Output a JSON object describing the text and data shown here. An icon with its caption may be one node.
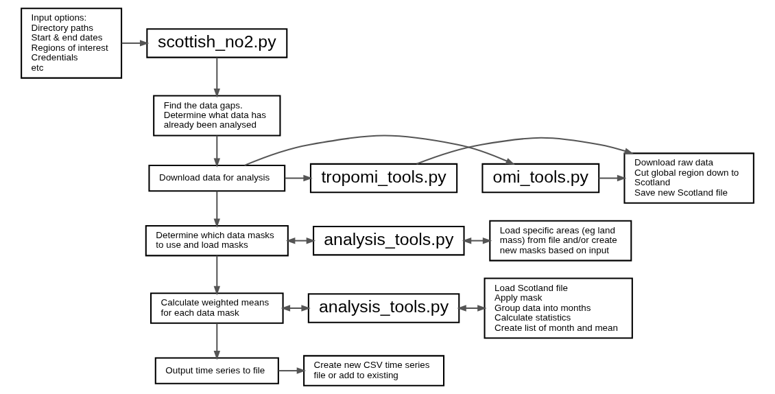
{
  "diagram": {
    "nodes": [
      {
        "text": [
          "Input options:",
          "Directory paths",
          "Start & end dates",
          "Regions of interest",
          "Credentials",
          "etc"
        ]
      },
      {
        "text": [
          "scottish_no2.py"
        ]
      },
      {
        "text": [
          "Find the data gaps.",
          "Determine what data has already been analysed"
        ]
      },
      {
        "text": [
          "Download data for analysis"
        ]
      },
      {
        "text": [
          "omi_tools.py"
        ]
      },
      {
        "text": [
          "tropomi_tools.py"
        ]
      },
      {
        "text": [
          "Download raw data",
          "Cut global region down to Scotland",
          "Save new Scotland file"
        ]
      },
      {
        "text": [
          "Determine which data masks to use and load masks"
        ]
      },
      {
        "text": [
          "analysis_tools.py"
        ]
      },
      {
        "text": [
          "Load specific areas (eg land mass) from file and/or create new masks based on input"
        ]
      },
      {
        "text": [
          "Calculate weighted means for each data mask"
        ]
      },
      {
        "text": [
          "analysis_tools.py"
        ]
      },
      {
        "text": [
          "Load Scotland file",
          "Apply mask",
          "Group data into months",
          "Calculate statistics",
          "Create list of month and mean"
        ]
      },
      {
        "text": [
          "Output time series to file"
        ]
      },
      {
        "text": [
          "Create new CSV time series file or add to existing"
        ]
      }
    ],
    "edges": [
      {
        "from": 0,
        "to": 1,
        "arrow": "to"
      },
      {
        "from": 1,
        "to": 2,
        "arrow": "to"
      },
      {
        "from": 2,
        "to": 3,
        "arrow": "to"
      },
      {
        "from": 3,
        "to": 4,
        "arrow": "to"
      },
      {
        "from": 3,
        "to": 5,
        "arrow": "to"
      },
      {
        "from": 4,
        "to": 6,
        "arrow": "to"
      },
      {
        "from": 5,
        "to": 6,
        "arrow": "to"
      },
      {
        "from": 3,
        "to": 7,
        "arrow": "to"
      },
      {
        "from": 7,
        "to": 8,
        "arrow": "both"
      },
      {
        "from": 8,
        "to": 9,
        "arrow": "both"
      },
      {
        "from": 7,
        "to": 10,
        "arrow": "to"
      },
      {
        "from": 10,
        "to": 11,
        "arrow": "both"
      },
      {
        "from": 11,
        "to": 12,
        "arrow": "both"
      },
      {
        "from": 10,
        "to": 13,
        "arrow": "to"
      },
      {
        "from": 13,
        "to": 14,
        "arrow": "to"
      }
    ]
  }
}
